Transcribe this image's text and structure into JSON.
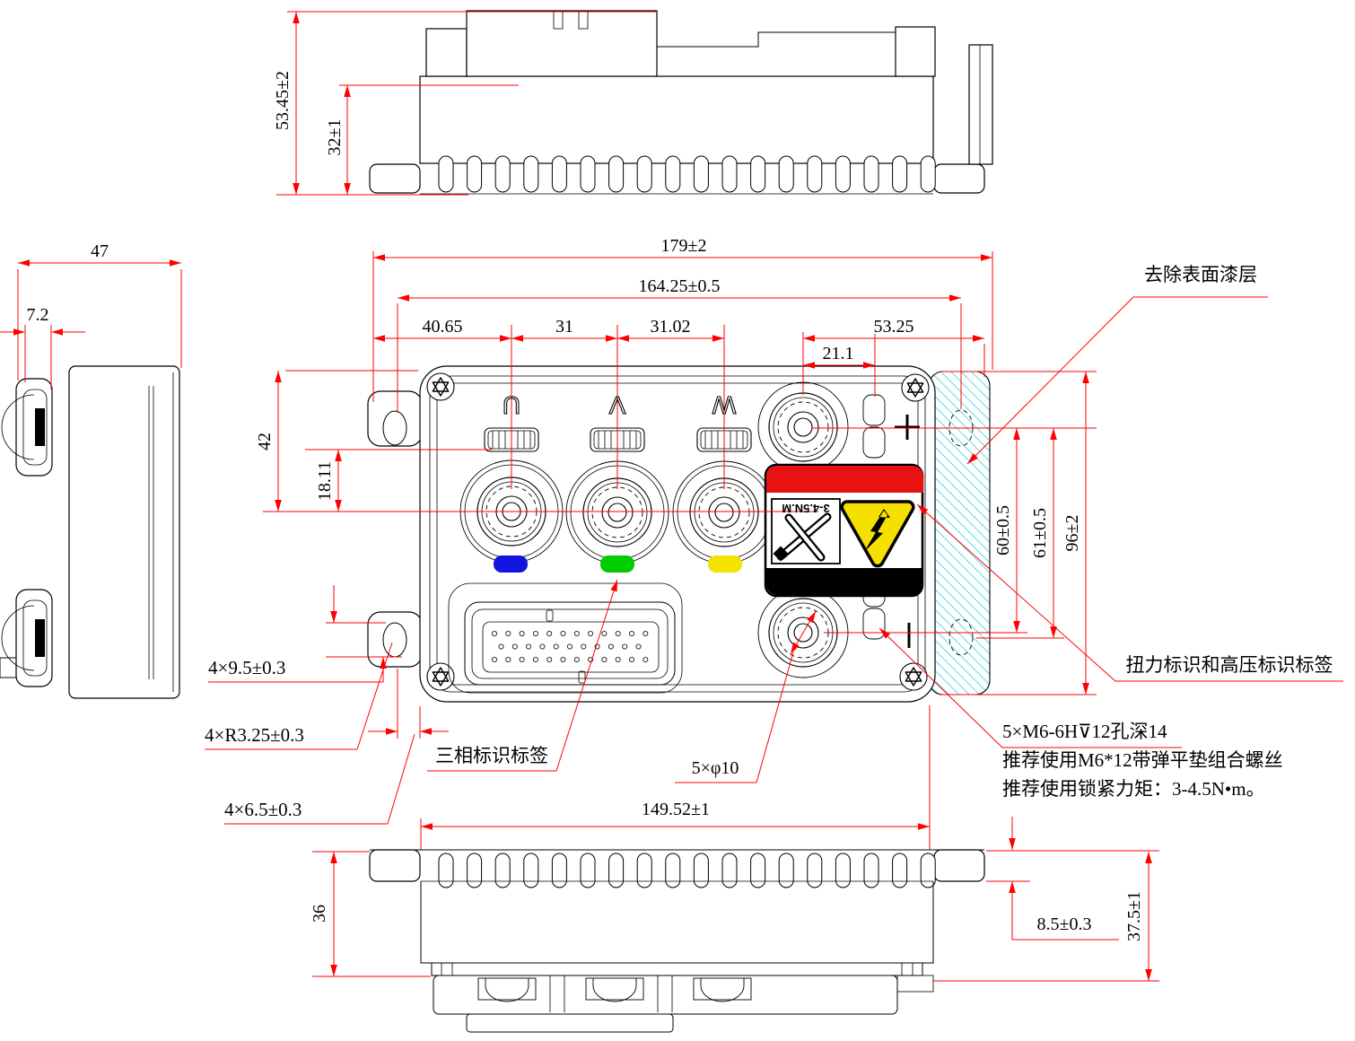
{
  "dims": {
    "d5345": "53.45±2",
    "d32": "32±1",
    "d47": "47",
    "d72": "7.2",
    "d179": "179±2",
    "d16425": "164.25±0.5",
    "d4065": "40.65",
    "d31": "31",
    "d3102": "31.02",
    "d5325": "53.25",
    "d211": "21.1",
    "d42": "42",
    "d1811": "18.11",
    "d60": "60±0.5",
    "d61": "61±0.5",
    "d96": "96±2",
    "d14952": "149.52±1",
    "d36": "36",
    "d85": "8.5±0.3",
    "d375": "37.5±1",
    "d95x4": "4×9.5±0.3",
    "dr325": "4×R3.25±0.3",
    "d65x4": "4×6.5±0.3",
    "dphi10": "5×φ10"
  },
  "annotations": {
    "remove_paint": "去除表面漆层",
    "torque_hv_label": "扭力标识和高压标识标签",
    "phase_label": "三相标识标签",
    "thread_note_line1": "5×M6-6H⊽12孔深14",
    "thread_note_line2": "推荐使用M6*12带弹平垫组合螺丝",
    "thread_note_line3": "推荐使用锁紧力矩：3-4.5N•m。"
  },
  "part_labels": {
    "phase_u": "U",
    "phase_v": "V",
    "phase_w": "W",
    "plus": "+",
    "minus": "−",
    "torque_value": "3-4.5N.M"
  },
  "colors": {
    "outline": "#000000",
    "dimension": "#ff0000",
    "hatch": "#45d8e0",
    "phase_u_marker": "#1414e0",
    "phase_v_marker": "#00cc00",
    "phase_w_marker": "#f2e400",
    "label_band_top": "#e81212",
    "label_band_bottom": "#000000",
    "warning_triangle": "#f5e000"
  }
}
